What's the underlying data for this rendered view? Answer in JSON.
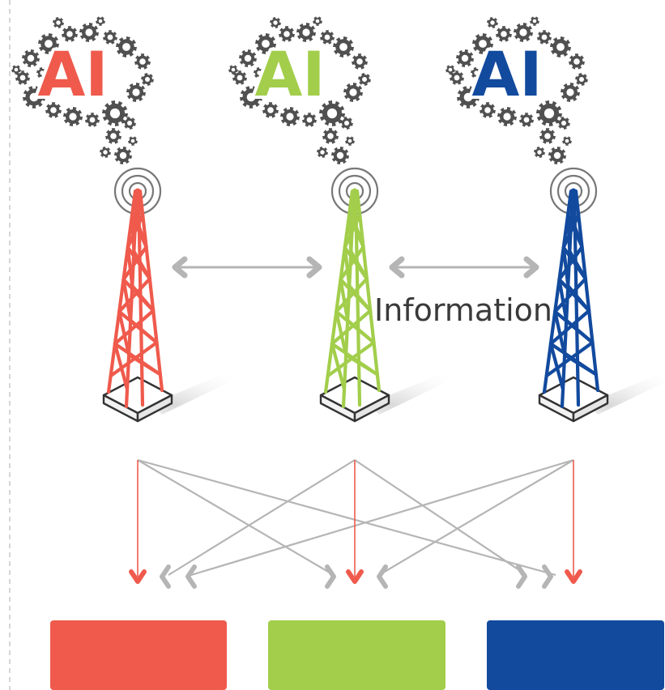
{
  "labels": {
    "ai_1": "AI",
    "ai_2": "AI",
    "ai_3": "AI",
    "information": "Information"
  },
  "colors": {
    "red": "#ef5a4c",
    "green": "#a2ce4b",
    "blue": "#124a9e",
    "gear": "#505050",
    "connector": "#b5b5b5",
    "border_dash": "#c8c8c8"
  },
  "nodes": [
    {
      "name": "node-red",
      "color_key": "red"
    },
    {
      "name": "node-green",
      "color_key": "green"
    },
    {
      "name": "node-blue",
      "color_key": "blue"
    }
  ],
  "icons": [
    "brain-gears-icon",
    "antenna-tower-icon",
    "signal-waves-icon",
    "double-arrow-icon",
    "down-arrow-icon",
    "chevron-left-icon",
    "chevron-right-icon"
  ]
}
